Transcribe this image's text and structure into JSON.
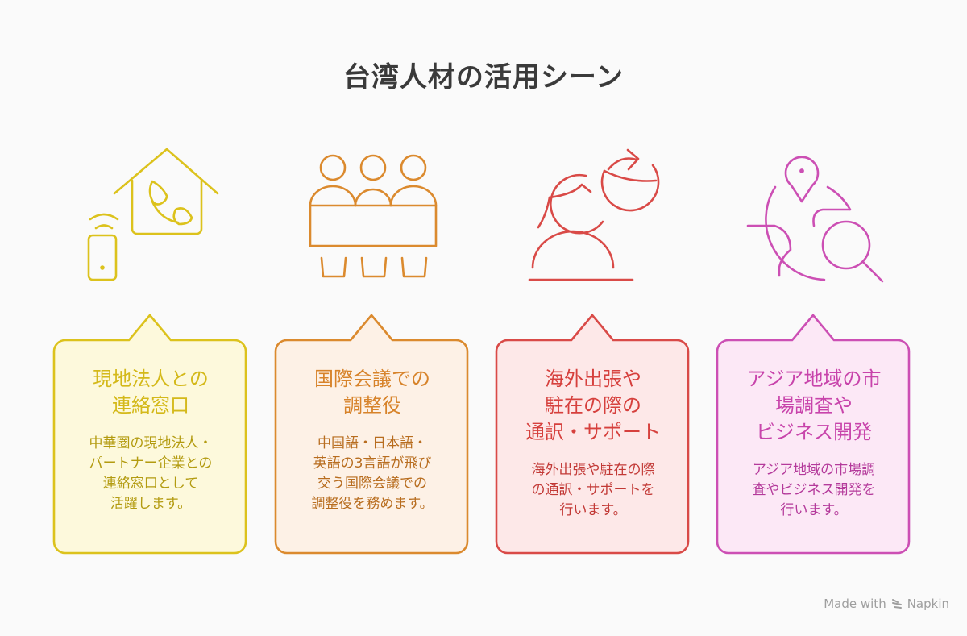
{
  "title": "台湾人材の活用シーン",
  "cards": [
    {
      "icon": "house-phone-icon",
      "heading": "現地法人との\n連絡窓口",
      "description": "中華圏の現地法人・\nパートナー企業との\n連絡窓口として\n活躍します。",
      "stroke": "#dcc21c",
      "fill": "#fdf9dc",
      "heading_color": "#d4b91a",
      "text_color": "#b39b10"
    },
    {
      "icon": "meeting-group-icon",
      "heading": "国際会議での\n調整役",
      "description": "中国語・日本語・\n英語の3言語が飛び\n交う国際会議での\n調整役を務めます。",
      "stroke": "#db8a2e",
      "fill": "#fdf1e6",
      "heading_color": "#d7832a",
      "text_color": "#b86d1f"
    },
    {
      "icon": "person-rotate-icon",
      "heading": "海外出張や\n駐在の際の\n通訳・サポート",
      "description": "海外出張や駐在の際\nの通訳・サポートを\n行います。",
      "stroke": "#d94a47",
      "fill": "#fde8e8",
      "heading_color": "#d6403d",
      "text_color": "#c23936"
    },
    {
      "icon": "globe-search-icon",
      "heading": "アジア地域の市\n場調査や\nビジネス開発",
      "description": "アジア地域の市場調\n査やビジネス開発を\n行います。",
      "stroke": "#cc4fb4",
      "fill": "#fce8f6",
      "heading_color": "#c844ab",
      "text_color": "#b43a9b"
    }
  ],
  "footer": {
    "made_with": "Made with",
    "brand": "Napkin"
  }
}
